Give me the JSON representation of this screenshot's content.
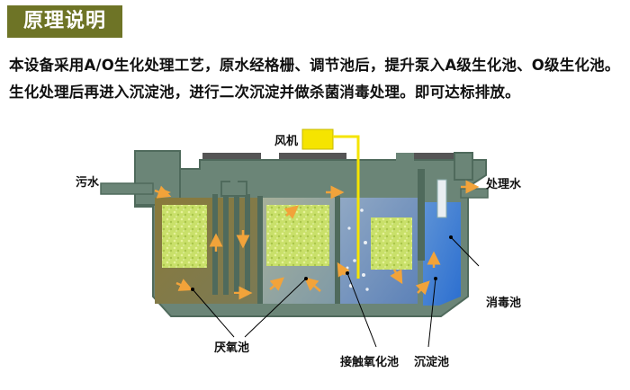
{
  "header": {
    "title": "原理说明"
  },
  "description": "本设备采用A/O生化处理工艺，原水经格栅、调节池后，提升泵入A级生化池、O级生化池。生化处理后再进入沉淀池，进行二次沉淀并做杀菌消毒处理。即可达标排放。",
  "diagram": {
    "labels": {
      "blower": "风机",
      "sewage": "污水",
      "treated_water": "处理水",
      "disinfection_tank": "消毒池",
      "anaerobic_tank": "厌氧池",
      "contact_oxidation_tank": "接触氧化池",
      "sedimentation_tank": "沉淀池"
    },
    "colors": {
      "tank_wall": "#6b8577",
      "tank_wall_dark": "#4f6a5c",
      "anaerobic_water": "#8a7a3a",
      "aerobic_water": "#98a8a0",
      "contact_water": "#6f8fb8",
      "sediment_water": "#3f7fd8",
      "media_fill": "#c9e06a",
      "arrow": "#f2a33a",
      "blower": "#f5e400"
    }
  }
}
